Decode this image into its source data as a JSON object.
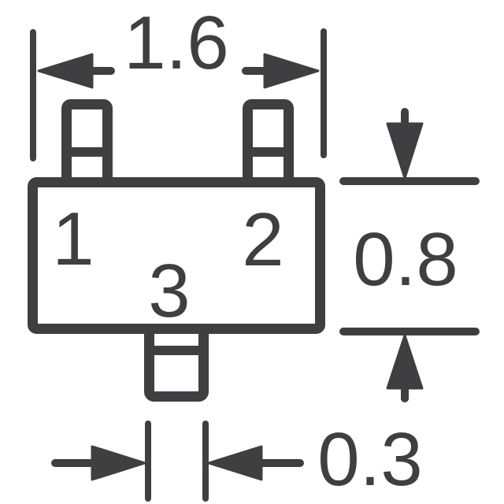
{
  "diagram": {
    "description": "3-pin SMD package outline dimension drawing",
    "ink_color": "#3f3f42",
    "background_color": "#ffffff",
    "labels": {
      "top_width": "1.6",
      "right_height": "0.8",
      "bottom_lead_width": "0.3"
    },
    "pins": [
      {
        "number": "1"
      },
      {
        "number": "2"
      },
      {
        "number": "3"
      }
    ]
  }
}
